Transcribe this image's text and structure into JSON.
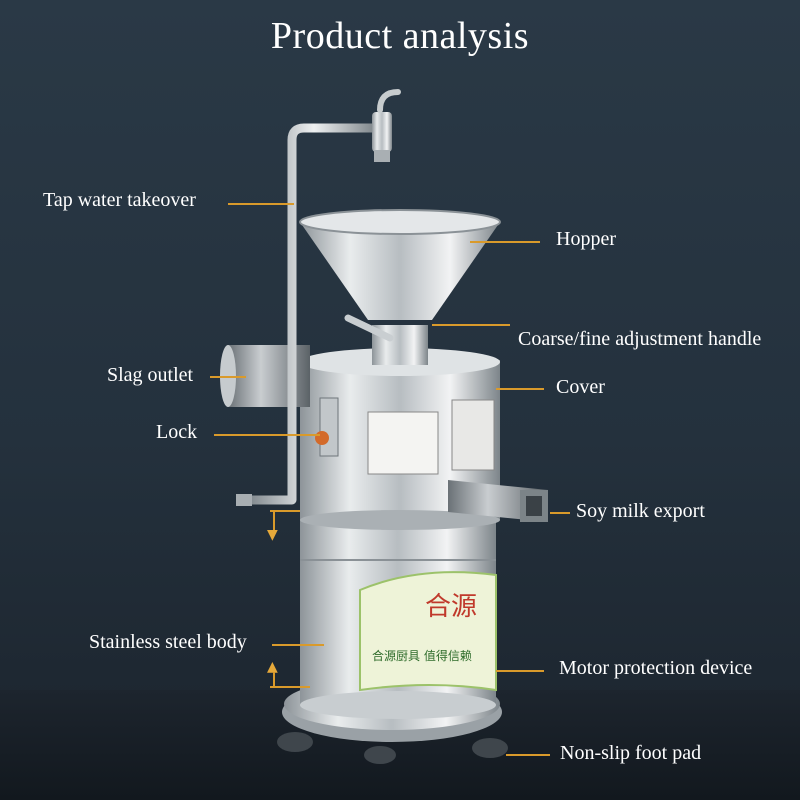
{
  "title": "Product analysis",
  "labels": {
    "tap_water": "Tap water takeover",
    "hopper": "Hopper",
    "adjustment_handle": "Coarse/fine adjustment handle",
    "slag_outlet": "Slag outlet",
    "cover": "Cover",
    "lock": "Lock",
    "soy_milk_export": "Soy milk export",
    "stainless_body": "Stainless steel body",
    "motor_protection": "Motor protection device",
    "foot_pad": "Non-slip foot pad"
  },
  "colors": {
    "background": "#24313d",
    "label_text": "#ffffff",
    "leader_line": "#d99a2b"
  }
}
